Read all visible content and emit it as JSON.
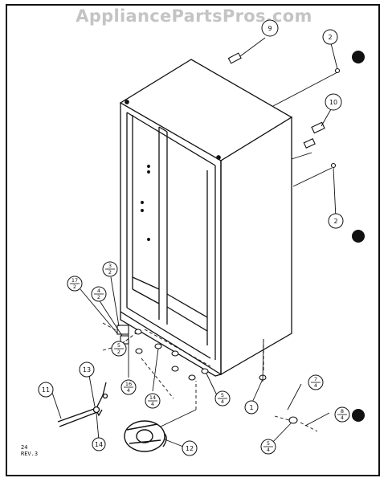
{
  "watermark": "AppliancePartsPros.com",
  "revision": {
    "line1": "24",
    "line2": "REV.3"
  },
  "callouts": [
    {
      "id": "c9",
      "top": "9",
      "bottom": ""
    },
    {
      "id": "c2a",
      "top": "2",
      "bottom": ""
    },
    {
      "id": "c10",
      "top": "10",
      "bottom": ""
    },
    {
      "id": "c2b",
      "top": "2",
      "bottom": ""
    },
    {
      "id": "c3-2",
      "top": "3",
      "bottom": "2"
    },
    {
      "id": "c17-2",
      "top": "17",
      "bottom": "2"
    },
    {
      "id": "c4-2",
      "top": "4",
      "bottom": "2"
    },
    {
      "id": "c5-2",
      "top": "5",
      "bottom": "2"
    },
    {
      "id": "c16-4",
      "top": "16",
      "bottom": "4"
    },
    {
      "id": "c14-4",
      "top": "14",
      "bottom": "4"
    },
    {
      "id": "c5-4a",
      "top": "5",
      "bottom": "4"
    },
    {
      "id": "c1",
      "top": "1",
      "bottom": ""
    },
    {
      "id": "c7-4",
      "top": "7",
      "bottom": "4"
    },
    {
      "id": "c8-4",
      "top": "8",
      "bottom": "4"
    },
    {
      "id": "c5-4b",
      "top": "5",
      "bottom": "4"
    },
    {
      "id": "c13",
      "top": "13",
      "bottom": ""
    },
    {
      "id": "c11",
      "top": "11",
      "bottom": ""
    },
    {
      "id": "c14",
      "top": "14",
      "bottom": ""
    },
    {
      "id": "c12",
      "top": "12",
      "bottom": ""
    }
  ]
}
